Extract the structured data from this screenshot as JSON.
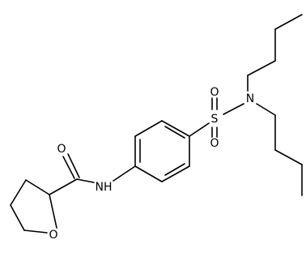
{
  "molecule": {
    "atoms": {
      "amide_oxygen": "O",
      "amide_nitrogen": "NH",
      "sulfur": "S",
      "sulfonyl_oxygen_top": "O",
      "sulfonyl_oxygen_bottom": "O",
      "sulfonamide_nitrogen": "N",
      "ring_oxygen": "O"
    }
  },
  "colors": {
    "background": "#ffffff",
    "bond": "#000000",
    "text": "#000000"
  }
}
